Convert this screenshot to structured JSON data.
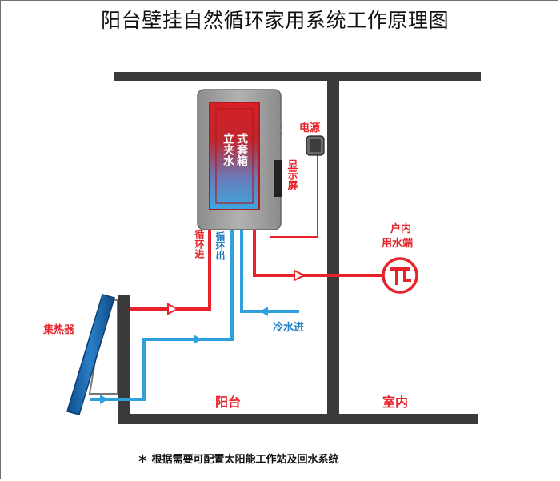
{
  "title": "阳台壁挂自然循环家用系统工作原理图",
  "labels": {
    "tank_left": "立夹水",
    "tank_right": "式套箱",
    "power": "电源",
    "display": "显示屏",
    "loop_in": "循环进",
    "loop_out": "循环出",
    "indoor_outlet_line1": "户内",
    "indoor_outlet_line2": "用水端",
    "collector": "集热器",
    "cold_in": "冷水进",
    "balcony": "阳台",
    "indoor": "室内"
  },
  "footnote": "＊ 根据需要可配置太阳能工作站及回水系统",
  "colors": {
    "hot_pipe": "#e8222a",
    "cold_pipe": "#2da0dd",
    "wall": "#3a3a3a",
    "label_red": "#e8222a",
    "label_blue": "#1e7fc2",
    "tank_casing": "#9a9a9a"
  }
}
